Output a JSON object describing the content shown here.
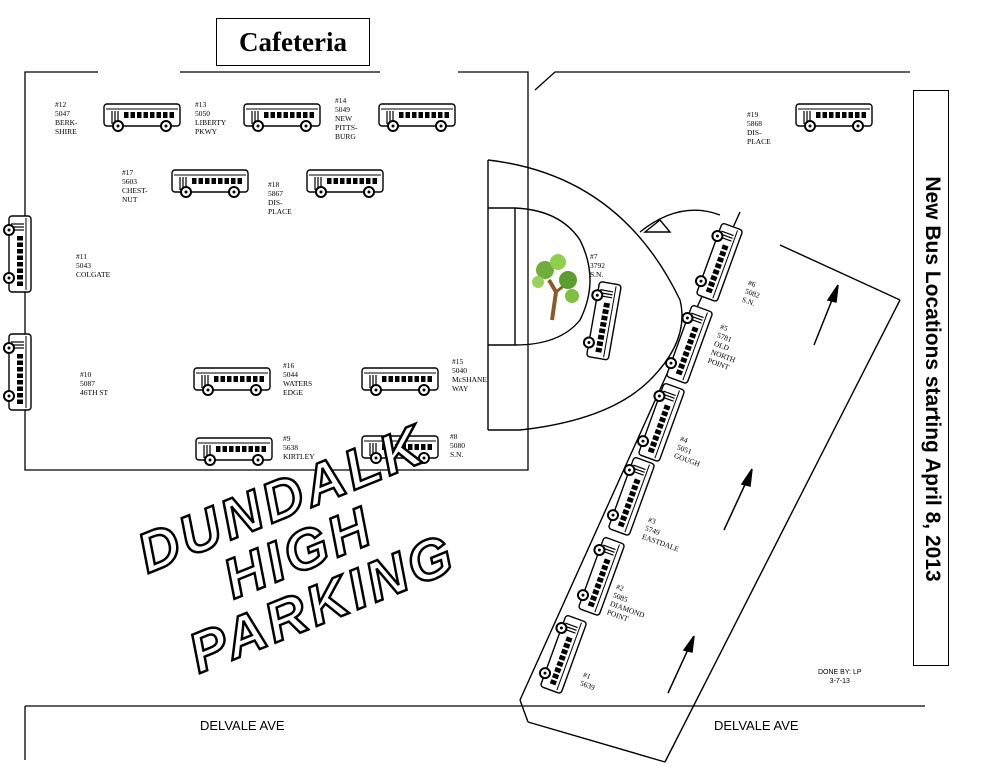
{
  "cafeteria_label": "Cafeteria",
  "title": "New Bus Locations starting April 8, 2013",
  "lot_label": [
    "DUNDALK",
    "HIGH",
    "PARKING"
  ],
  "streets": [
    "DELVALE   AVE",
    "DELVALE   AVE"
  ],
  "done_by": [
    "DONE BY:  LP",
    "3-7-13"
  ],
  "tree_icon": "tree-icon",
  "bus_icon": "school-bus-icon",
  "buses": [
    {
      "num": "#12",
      "id": "5047",
      "route": [
        "BERK-",
        "SHIRE"
      ]
    },
    {
      "num": "#13",
      "id": "5050",
      "route": [
        "LIBERTY",
        "PKWY"
      ]
    },
    {
      "num": "#14",
      "id": "5049",
      "route": [
        "NEW",
        "PITTS-",
        "BURG"
      ]
    },
    {
      "num": "#17",
      "id": "5603",
      "route": [
        "CHEST-",
        "NUT"
      ]
    },
    {
      "num": "#18",
      "id": "5867",
      "route": [
        "DIS-",
        "PLACE"
      ]
    },
    {
      "num": "#19",
      "id": "5868",
      "route": [
        "DIS-",
        "PLACE"
      ]
    },
    {
      "num": "#11",
      "id": "5043",
      "route": [
        "COLGATE"
      ]
    },
    {
      "num": "#10",
      "id": "5087",
      "route": [
        "46TH ST"
      ]
    },
    {
      "num": "#16",
      "id": "5044",
      "route": [
        "WATERS",
        "EDGE"
      ]
    },
    {
      "num": "#15",
      "id": "5040",
      "route": [
        "McSHANE",
        "WAY"
      ]
    },
    {
      "num": "#9",
      "id": "5638",
      "route": [
        "KIRTLEY"
      ]
    },
    {
      "num": "#8",
      "id": "5080",
      "route": [
        "S.N."
      ]
    },
    {
      "num": "#7",
      "id": "3792",
      "route": [
        "S.N."
      ]
    },
    {
      "num": "#6",
      "id": "5082",
      "route": [
        "S.N."
      ]
    },
    {
      "num": "#5",
      "id": "5781",
      "route": [
        "OLD",
        "NORTH",
        "POINT"
      ]
    },
    {
      "num": "#4",
      "id": "5051",
      "route": [
        "GOUGH"
      ]
    },
    {
      "num": "#3",
      "id": "5749",
      "route": [
        "EASTDALE"
      ]
    },
    {
      "num": "#2",
      "id": "5085",
      "route": [
        "DIAMOND",
        "POINT"
      ]
    },
    {
      "num": "#1",
      "id": "5639",
      "route": []
    }
  ]
}
